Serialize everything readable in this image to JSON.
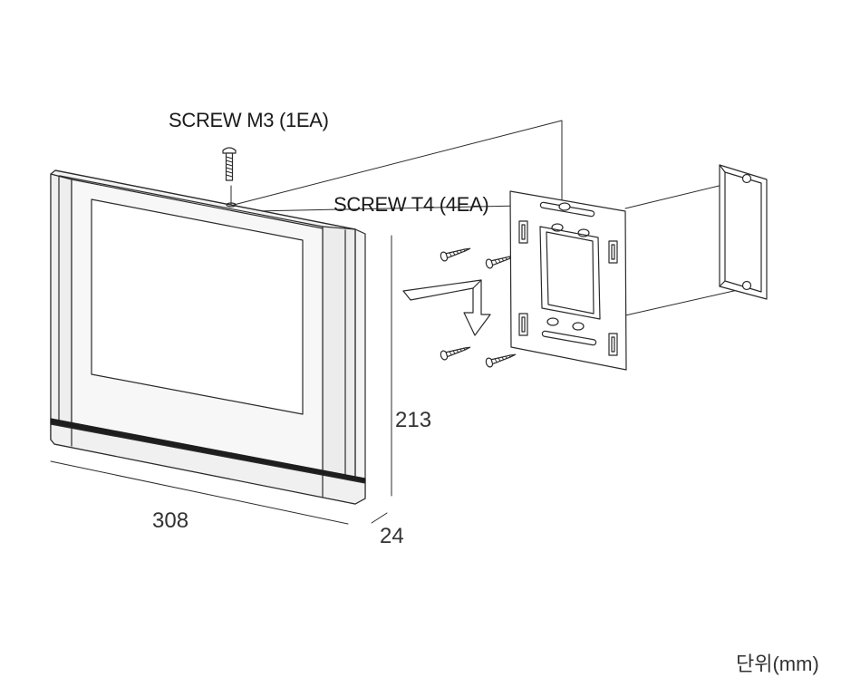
{
  "labels": {
    "screw_m3": "SCREW M3 (1EA)",
    "screw_t4": "SCREW T4 (4EA)",
    "width": "308",
    "height": "213",
    "depth": "24",
    "unit": "단위(mm)"
  },
  "colors": {
    "line": "#2b2b2b",
    "frame_fill": "#f4f4f4",
    "screen_fill": "#ffffff",
    "bottom_band": "#1e1e1e",
    "bracket_fill": "#ffffff"
  },
  "icons": {
    "screw": "screw-icon",
    "arrow": "mounting-direction-arrow-icon"
  }
}
